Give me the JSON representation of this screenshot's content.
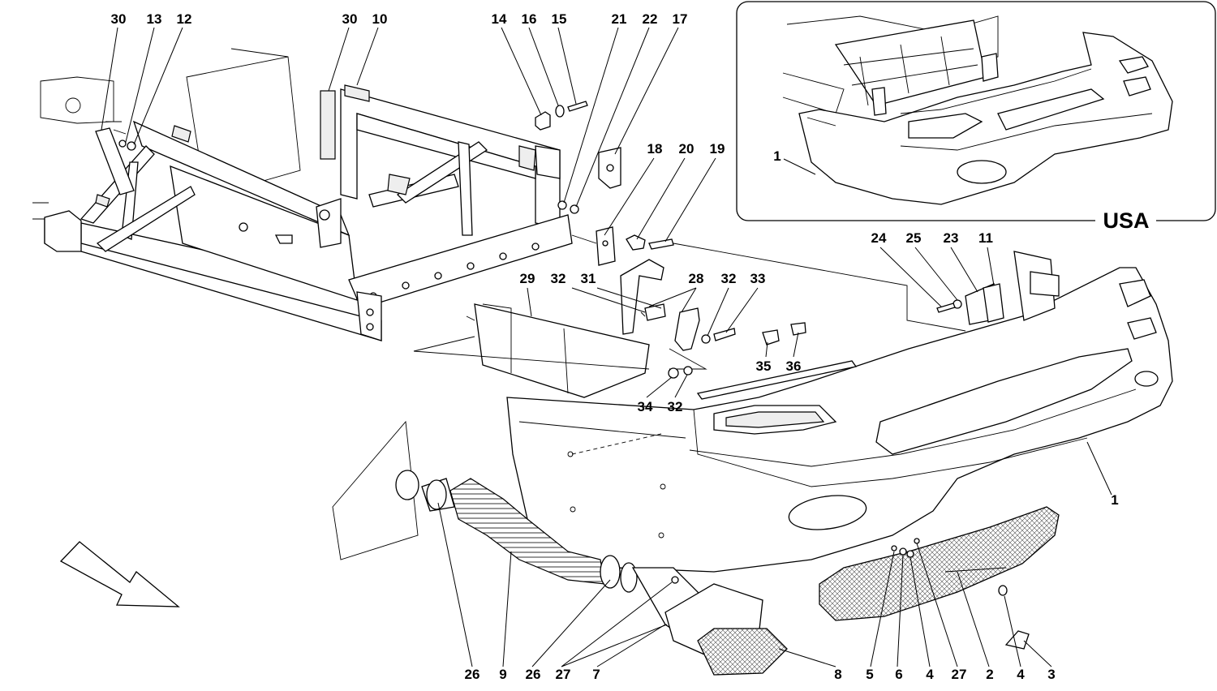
{
  "diagram": {
    "inset_label": "USA",
    "callouts": [
      {
        "id": "c30a",
        "label": "30"
      },
      {
        "id": "c13",
        "label": "13"
      },
      {
        "id": "c12",
        "label": "12"
      },
      {
        "id": "c30b",
        "label": "30"
      },
      {
        "id": "c10",
        "label": "10"
      },
      {
        "id": "c14",
        "label": "14"
      },
      {
        "id": "c16",
        "label": "16"
      },
      {
        "id": "c15",
        "label": "15"
      },
      {
        "id": "c21",
        "label": "21"
      },
      {
        "id": "c22",
        "label": "22"
      },
      {
        "id": "c17",
        "label": "17"
      },
      {
        "id": "c18",
        "label": "18"
      },
      {
        "id": "c20",
        "label": "20"
      },
      {
        "id": "c19",
        "label": "19"
      },
      {
        "id": "c1inset",
        "label": "1"
      },
      {
        "id": "c24",
        "label": "24"
      },
      {
        "id": "c25",
        "label": "25"
      },
      {
        "id": "c23",
        "label": "23"
      },
      {
        "id": "c11",
        "label": "11"
      },
      {
        "id": "c29",
        "label": "29"
      },
      {
        "id": "c32a",
        "label": "32"
      },
      {
        "id": "c31",
        "label": "31"
      },
      {
        "id": "c28",
        "label": "28"
      },
      {
        "id": "c32b",
        "label": "32"
      },
      {
        "id": "c33",
        "label": "33"
      },
      {
        "id": "c35",
        "label": "35"
      },
      {
        "id": "c36",
        "label": "36"
      },
      {
        "id": "c34",
        "label": "34"
      },
      {
        "id": "c32c",
        "label": "32"
      },
      {
        "id": "c1main",
        "label": "1"
      },
      {
        "id": "c26a",
        "label": "26"
      },
      {
        "id": "c9",
        "label": "9"
      },
      {
        "id": "c26b",
        "label": "26"
      },
      {
        "id": "c27a",
        "label": "27"
      },
      {
        "id": "c7",
        "label": "7"
      },
      {
        "id": "c8",
        "label": "8"
      },
      {
        "id": "c5",
        "label": "5"
      },
      {
        "id": "c6",
        "label": "6"
      },
      {
        "id": "c4a",
        "label": "4"
      },
      {
        "id": "c27b",
        "label": "27"
      },
      {
        "id": "c2",
        "label": "2"
      },
      {
        "id": "c4b",
        "label": "4"
      },
      {
        "id": "c3",
        "label": "3"
      }
    ]
  }
}
